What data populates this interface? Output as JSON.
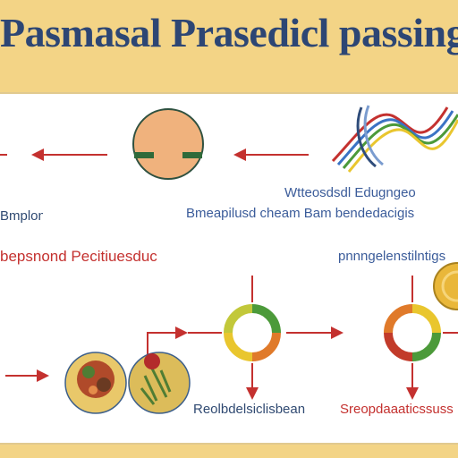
{
  "title": "Pasmasal Prasedicl passing",
  "labels": {
    "left_small": "Bmplon",
    "top_right_line1": "Wtteosdsdl Edugngeo",
    "top_right_line2": "Bmeapilusd cheam Bam bendedacigis",
    "red_heading": "bepsnond Pecitiuesduc",
    "right_heading": "pnnngelenstilntigs",
    "bottom_middle": "Reolbdelsiclisbean",
    "bottom_right": "Sreopdaaaticssuss"
  },
  "colors": {
    "background": "#f3d486",
    "panel": "#ffffff",
    "title": "#2d4674",
    "arrow_red": "#c4312f",
    "label_blue": "#3b5c9a",
    "ring_green": "#4c9a3a",
    "ring_yellow": "#e9c62e",
    "ring_orange": "#e07a2a",
    "ring_red": "#c23b2a",
    "cell_orange": "#f0b27d"
  },
  "icons": [
    "dna-helix-icon",
    "cell-icon",
    "cell-colony-icon",
    "cell-cluster-icon",
    "cycle-ring-icon",
    "gold-coin-icon"
  ]
}
